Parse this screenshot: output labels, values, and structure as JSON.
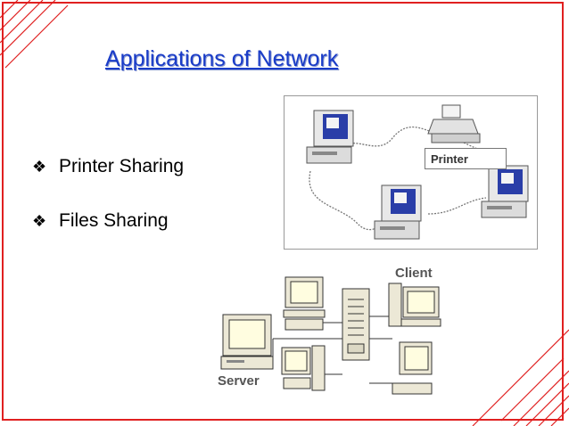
{
  "slide": {
    "title": "Applications of Network",
    "bullets": [
      {
        "marker": "❖",
        "text": "Printer Sharing"
      },
      {
        "marker": "❖",
        "text": "Files Sharing"
      }
    ]
  },
  "diagram_top": {
    "printer_label": "Printer"
  },
  "diagram_bottom": {
    "client_label": "Client",
    "server_label": "Server"
  },
  "colors": {
    "title": "#1a3cc8",
    "frame": "#e02020",
    "screen_blue": "#2a3ea8",
    "screen_yellow": "#fffde0"
  }
}
